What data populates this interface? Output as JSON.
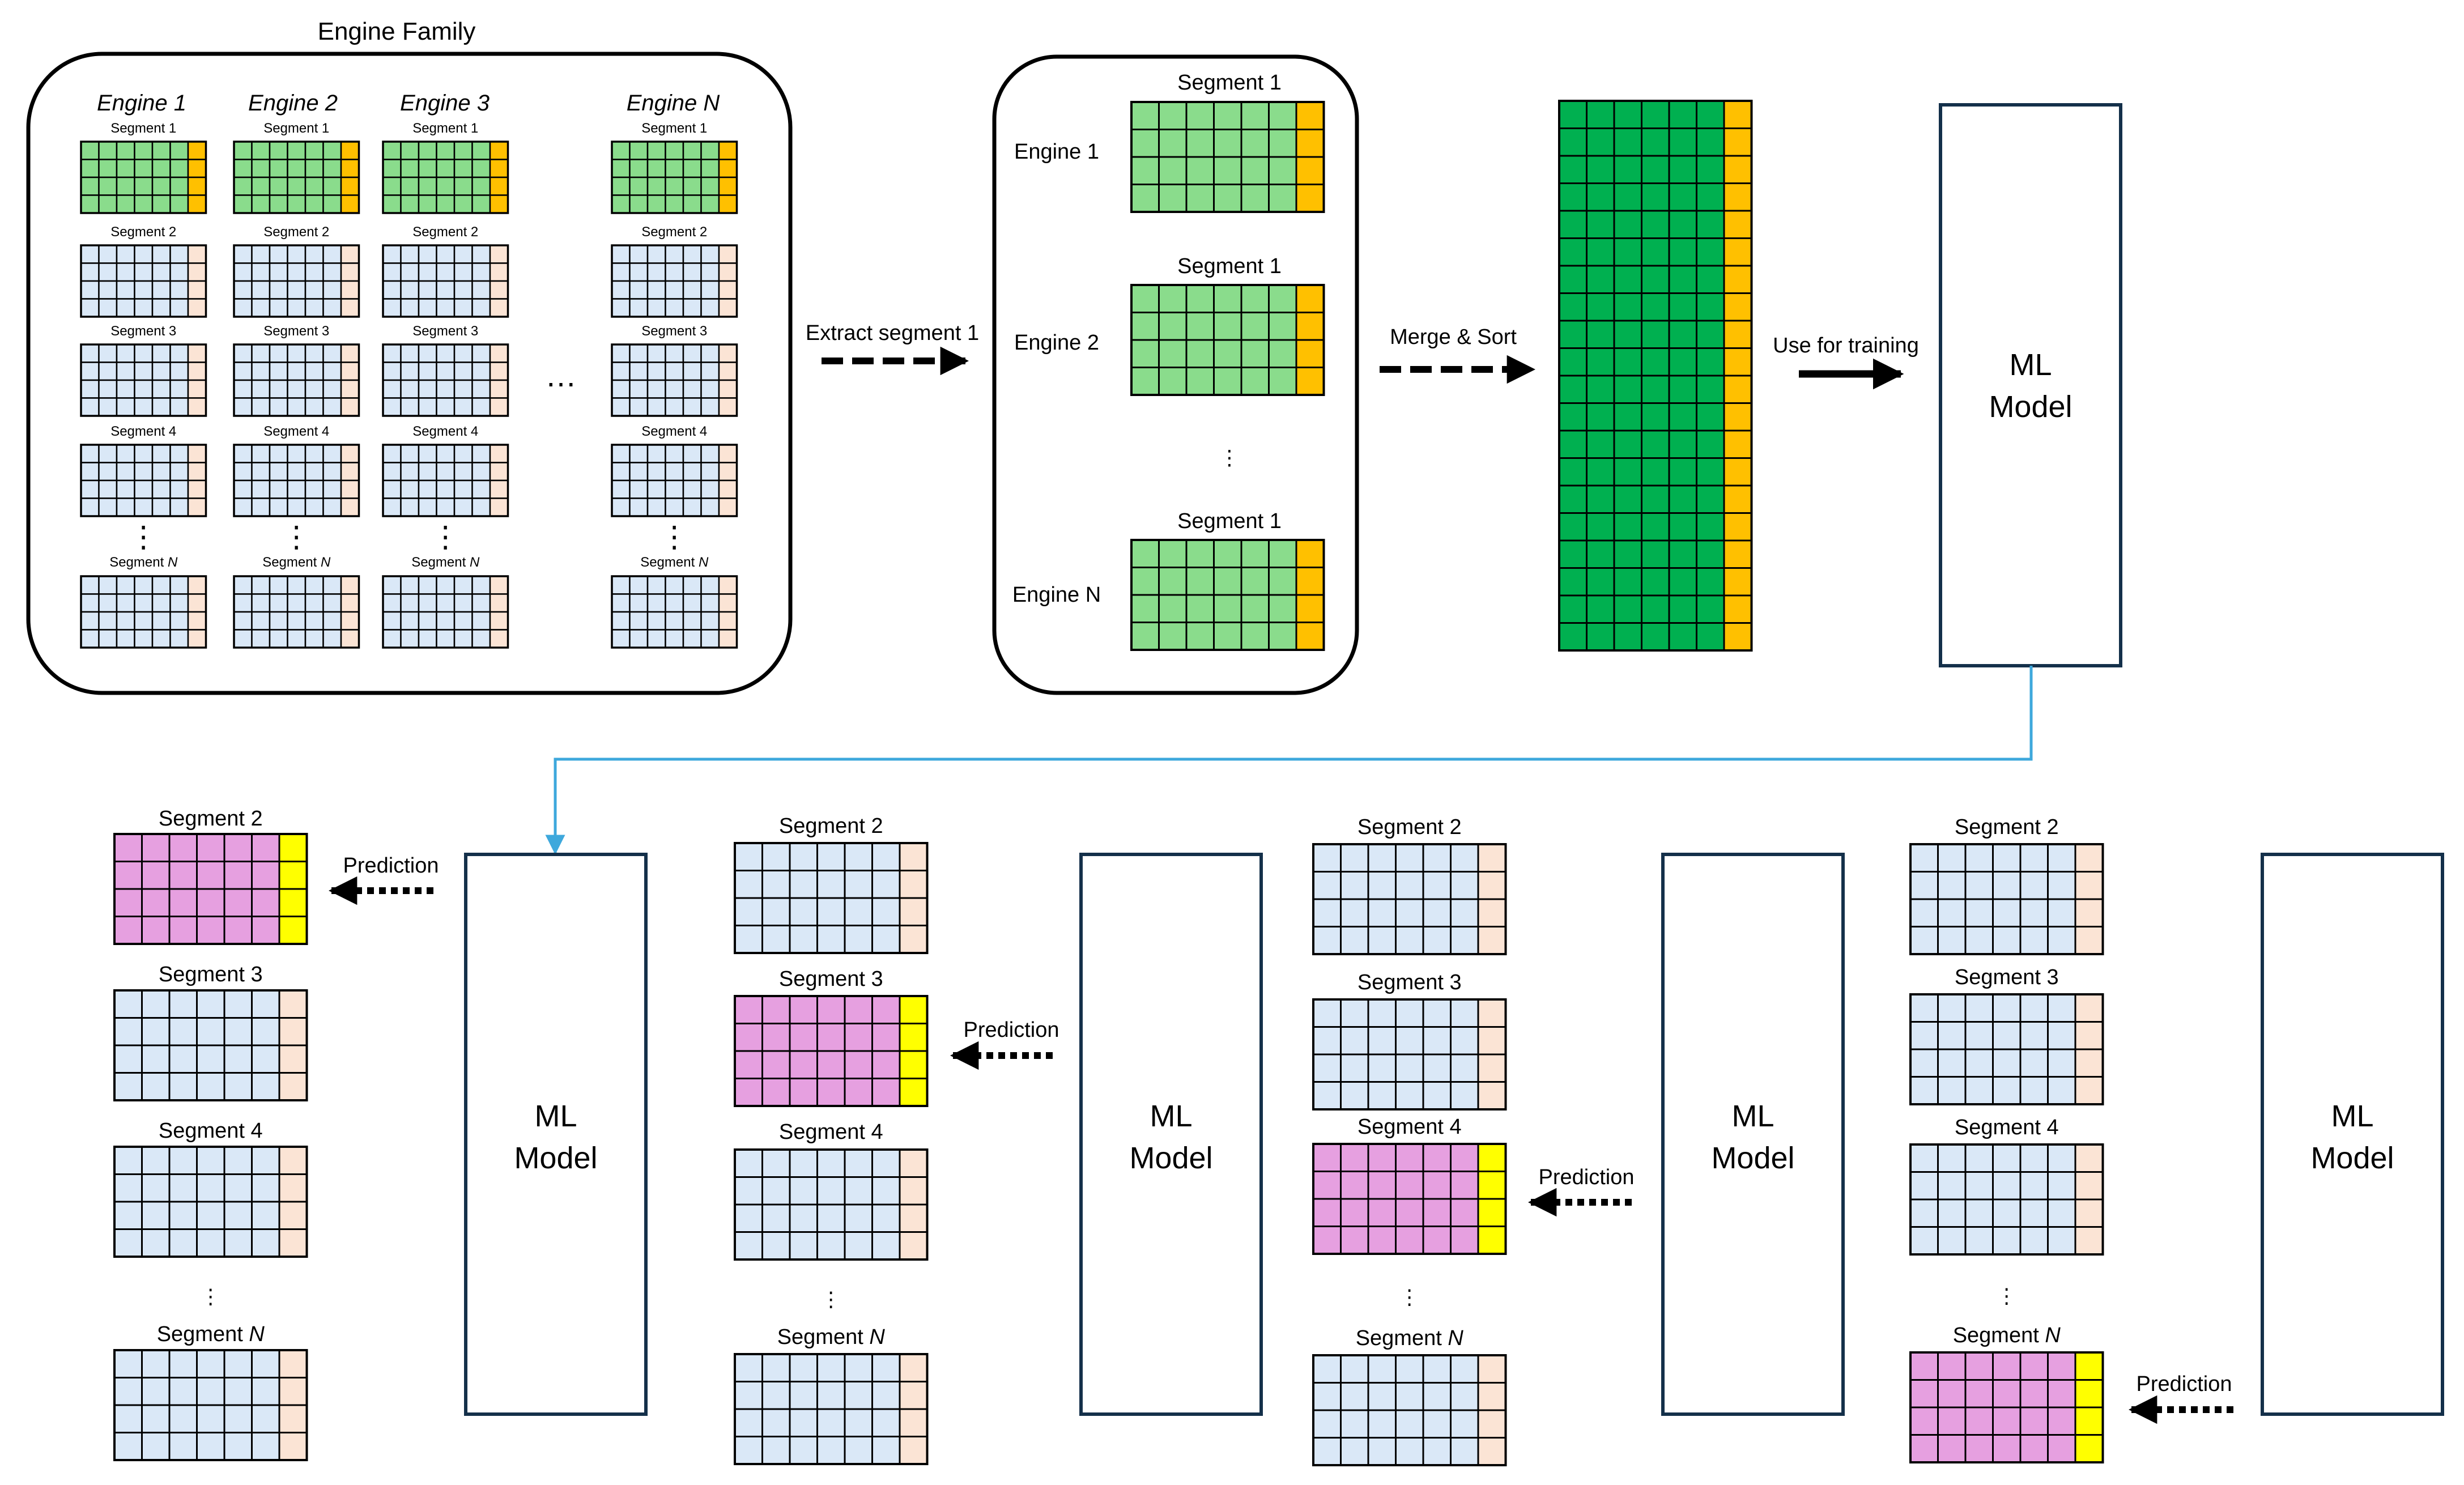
{
  "colors": {
    "cell_line": "#000000",
    "train_green": "#8adc8c",
    "train_dark_green": "#00b050",
    "train_target": "#ffc000",
    "test_blue": "#dae8f7",
    "test_target": "#fbe4d5",
    "pred_pink": "#e6a0e0",
    "pred_target": "#ffff00",
    "model_border": "#14304a",
    "link_blue": "#3ea8dc"
  },
  "engine_family": {
    "title": "Engine Family",
    "engines": [
      "Engine 1",
      "Engine 2",
      "Engine 3",
      "Engine N"
    ],
    "segment_labels": [
      "Segment 1",
      "Segment 2",
      "Segment 3",
      "Segment 4",
      "Segment N"
    ],
    "ellipsis_h": "…",
    "ellipsis_v": "⋮"
  },
  "extract": {
    "label": "Extract segment 1",
    "segment_label": "Segment 1",
    "engine_labels": [
      "Engine 1",
      "Engine 2",
      "Engine N"
    ],
    "ellipsis_v": "⋮"
  },
  "merge": {
    "label": "Merge & Sort"
  },
  "training": {
    "label": "Use for training"
  },
  "model": {
    "line1": "ML",
    "line2": "Model"
  },
  "prediction": {
    "label": "Prediction"
  },
  "bottom_stacks": [
    {
      "labels": [
        "Segment 2",
        "Segment 3",
        "Segment 4",
        "Segment N"
      ],
      "predicted": 0
    },
    {
      "labels": [
        "Segment 2",
        "Segment 3",
        "Segment 4",
        "Segment N"
      ],
      "predicted": 1
    },
    {
      "labels": [
        "Segment 2",
        "Segment 3",
        "Segment 4",
        "Segment N"
      ],
      "predicted": 2
    },
    {
      "labels": [
        "Segment 2",
        "Segment 3",
        "Segment 4",
        "Segment N"
      ],
      "predicted": 3
    }
  ],
  "bottom_ellipsis_v": "⋮"
}
